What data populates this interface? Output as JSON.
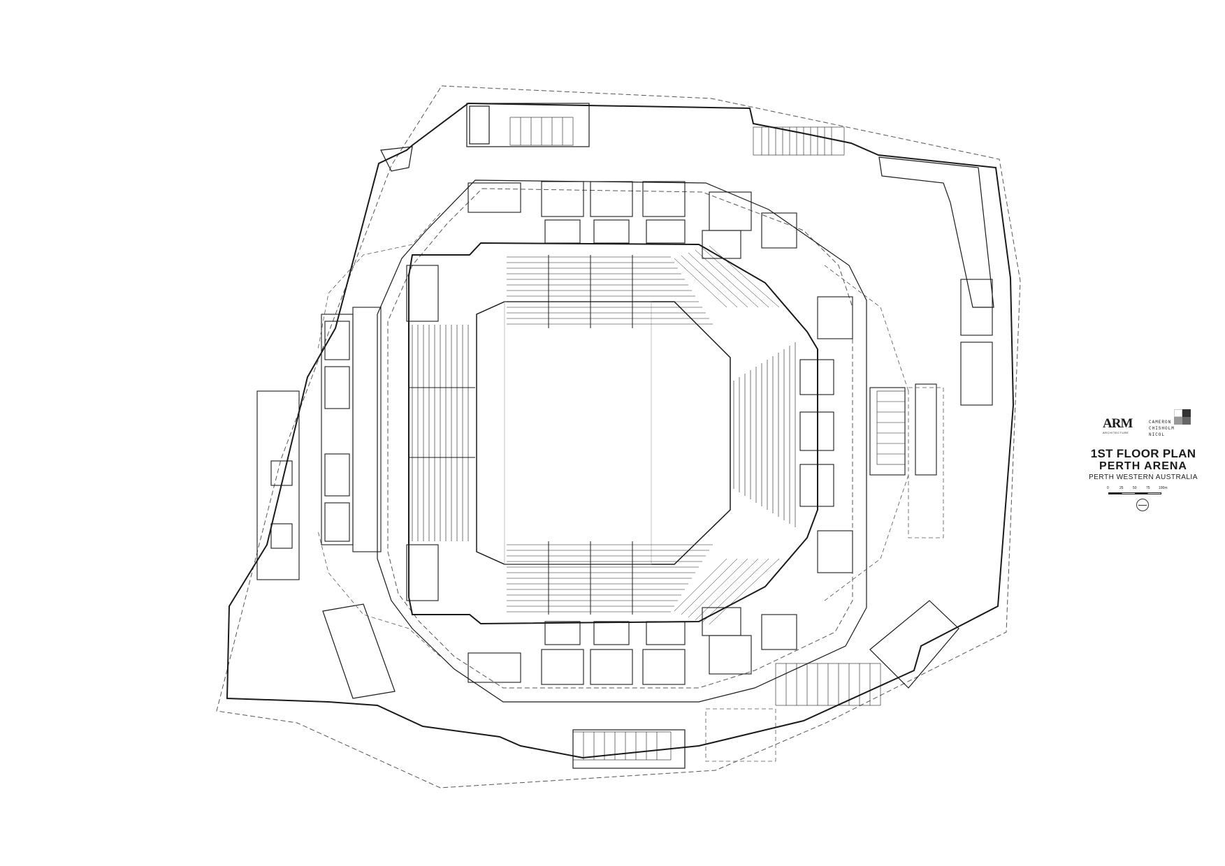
{
  "title_block": {
    "logo_left": "ARM",
    "logo_left_sub": "ARCHITECTURE",
    "logo_right_lines": [
      "CAMERON",
      "CHISHOLM",
      "NICOL"
    ],
    "title": "1ST FLOOR PLAN",
    "project": "PERTH ARENA",
    "location": "PERTH WESTERN AUSTRALIA",
    "scale_labels": [
      "0",
      "25",
      "50",
      "75",
      "100m"
    ]
  },
  "drawing": {
    "line_color": "#1a1a1a",
    "dash_color": "#555555",
    "background": "#ffffff",
    "north_symbol": "north-arrow-icon"
  }
}
